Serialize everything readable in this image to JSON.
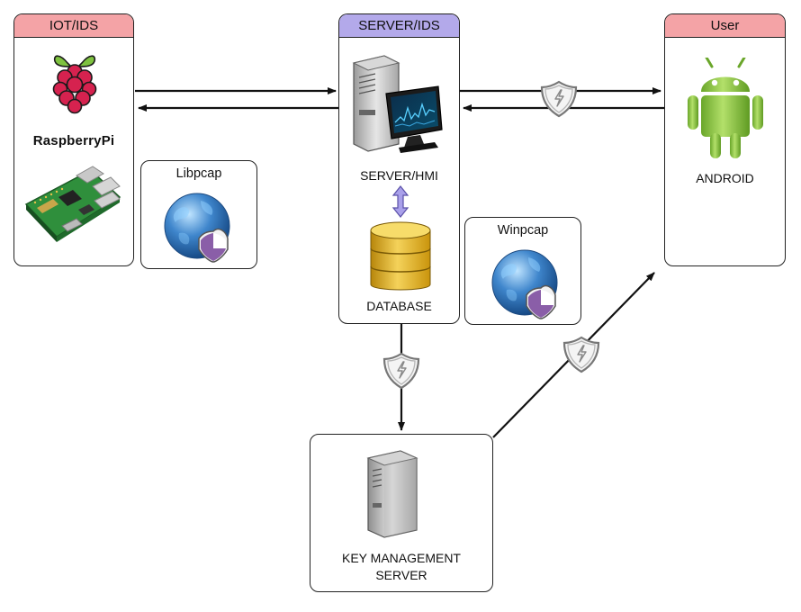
{
  "nodes": {
    "iot": {
      "header": "IOT/IDS",
      "brand": "RaspberryPi"
    },
    "server": {
      "header": "SERVER/IDS",
      "hmi_label": "SERVER/HMI",
      "db_label": "DATABASE"
    },
    "user": {
      "header": "User",
      "device_label": "ANDROID"
    },
    "libpcap": {
      "title": "Libpcap"
    },
    "winpcap": {
      "title": "Winpcap"
    },
    "kms": {
      "label_line1": "KEY MANAGEMENT",
      "label_line2": "SERVER"
    }
  },
  "colors": {
    "header_pink": "#f4a3a6",
    "header_purple": "#b3a9ea",
    "raspberry": "#d6224f",
    "android_green": "#8bc43f",
    "db_gold": "#e0a812",
    "globe_blue": "#2f6fb5"
  },
  "icons": [
    "raspberry-pi-logo-icon",
    "circuit-board-icon",
    "desktop-server-icon",
    "monitor-icon",
    "database-icon",
    "android-robot-icon",
    "globe-shield-icon",
    "server-tower-icon",
    "security-shield-icon"
  ]
}
